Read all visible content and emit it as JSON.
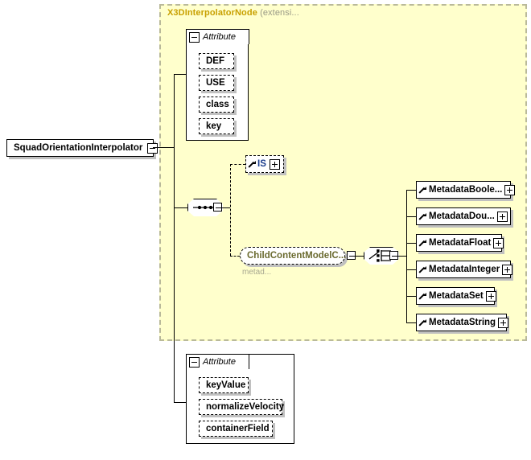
{
  "diagram": {
    "type": "xml-schema-element-diagram",
    "root_element": {
      "label": "SquadOrientationInterpolator",
      "expander": "minus"
    },
    "extension_region": {
      "base_type": "X3DInterpolatorNode",
      "base_suffix": "(extensi...",
      "fill_color": "#ffffcc",
      "border_color": "#b9b99a"
    },
    "inherited_attribute_group": {
      "tab_label": "Attribute",
      "expander": "minus",
      "attributes": [
        {
          "name": "DEF"
        },
        {
          "name": "USE"
        },
        {
          "name": "class"
        },
        {
          "name": "key"
        }
      ]
    },
    "content_model": {
      "compositor": "sequence",
      "expander": "minus",
      "children": [
        {
          "label": "IS",
          "kind": "element-ref",
          "optional": true,
          "expander": "plus"
        },
        {
          "label": "ChildContentModelC...",
          "kind": "model-group-ref",
          "optional": true,
          "expander": "minus",
          "caption": "metad...",
          "compositor": "choice",
          "compositor_expander": "minus",
          "choices": [
            {
              "label": "MetadataBoole...",
              "expander": "plus"
            },
            {
              "label": "MetadataDou...",
              "expander": "plus"
            },
            {
              "label": "MetadataFloat",
              "expander": "plus"
            },
            {
              "label": "MetadataInteger",
              "expander": "plus"
            },
            {
              "label": "MetadataSet",
              "expander": "plus"
            },
            {
              "label": "MetadataString",
              "expander": "plus"
            }
          ]
        }
      ]
    },
    "own_attribute_group": {
      "tab_label": "Attribute",
      "expander": "minus",
      "attributes": [
        {
          "name": "keyValue"
        },
        {
          "name": "normalizeVelocity"
        },
        {
          "name": "containerField"
        }
      ]
    }
  }
}
